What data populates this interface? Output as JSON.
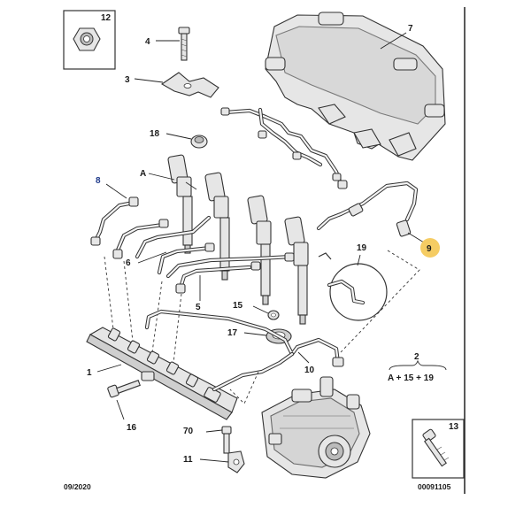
{
  "labels": {
    "l12": "12",
    "l4": "4",
    "l3": "3",
    "l7": "7",
    "l18": "18",
    "lA": "A",
    "l8": "8",
    "l9": "9",
    "l19": "19",
    "l6": "6",
    "l5": "5",
    "l15": "15",
    "l17": "17",
    "l1": "1",
    "l10": "10",
    "l2": "2",
    "l2_formula": "A + 15 + 19",
    "l16": "16",
    "l70": "70",
    "l11": "11",
    "l13": "13"
  },
  "footer": {
    "date": "09/2020",
    "ref": "00091105"
  },
  "colors": {
    "highlight": "#f5cc63",
    "callout_blue": "#1f3a8a",
    "line": "#333333"
  }
}
